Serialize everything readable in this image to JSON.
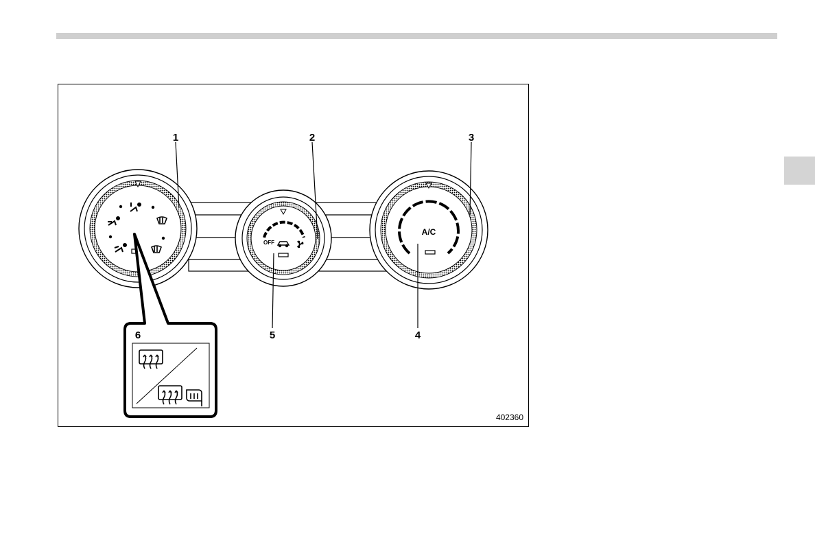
{
  "figure": {
    "id": "402360",
    "callouts": [
      {
        "number": "1"
      },
      {
        "number": "2"
      },
      {
        "number": "3"
      },
      {
        "number": "4"
      },
      {
        "number": "5"
      },
      {
        "number": "6"
      }
    ],
    "panel_labels": {
      "fan_off": "OFF",
      "ac": "A/C"
    }
  },
  "icons": [
    "vent-mode-icon",
    "bi-level-mode-icon",
    "foot-mode-icon",
    "foot-defrost-mode-icon",
    "defrost-mode-icon",
    "recirculation-car-icon",
    "fan-icon",
    "rear-defogger-icon",
    "mirror-heater-icon"
  ]
}
